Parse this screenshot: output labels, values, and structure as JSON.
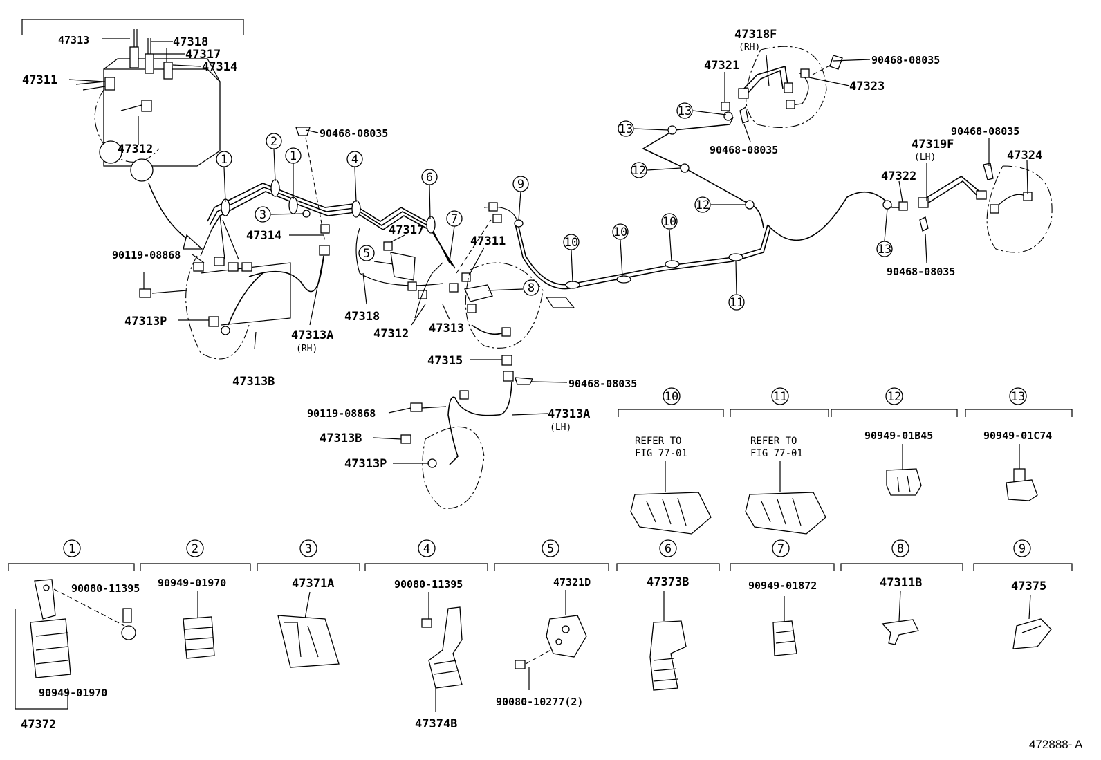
{
  "figure_id": "472888- A",
  "callouts": {
    "a01": "47313",
    "a02": "47318",
    "a03": "47317",
    "a04": "47314",
    "a05": "47311",
    "a06": "47312",
    "b01": "90468-08035",
    "b02": "47314",
    "b03": "47317",
    "b04": "47311",
    "b05": "90119-08868",
    "b06": "47313P",
    "b07": "47313A",
    "b08": "(RH)",
    "b09": "47313B",
    "b10": "47318",
    "b11": "47312",
    "b12": "47313",
    "b13": "47315",
    "b14": "90468-08035",
    "c01": "90119-08868",
    "c02": "47313A",
    "c03": "(LH)",
    "c04": "47313B",
    "c05": "47313P",
    "d01": "47318F",
    "d02": "(RH)",
    "d03": "47321",
    "d04": "90468-08035",
    "d05": "47323",
    "d06": "90468-08035",
    "e01": "90468-08035",
    "e02": "47319F",
    "e03": "(LH)",
    "e04": "47324",
    "e05": "47322",
    "e06": "90468-08035"
  },
  "ref_numbers": {
    "r1a": "1",
    "r2": "2",
    "r1b": "1",
    "r4": "4",
    "r3": "3",
    "r6": "6",
    "r5": "5",
    "r7": "7",
    "r8": "8",
    "r9": "9",
    "r10a": "10",
    "r10b": "10",
    "r10c": "10",
    "r11": "11",
    "r13a": "13",
    "r13b": "13",
    "r12a": "12",
    "r12b": "12",
    "r13c": "13"
  },
  "detail_panels": [
    {
      "ref": "10",
      "note1": "REFER TO",
      "note2": "FIG 77-01"
    },
    {
      "ref": "11",
      "note1": "REFER TO",
      "note2": "FIG 77-01"
    },
    {
      "ref": "12",
      "part": "90949-01B45"
    },
    {
      "ref": "13",
      "part": "90949-01C74"
    },
    {
      "ref": "1",
      "part": "90080-11395",
      "part2": "90949-01970",
      "assembly": "47372"
    },
    {
      "ref": "2",
      "part": "90949-01970"
    },
    {
      "ref": "3",
      "part": "47371A"
    },
    {
      "ref": "4",
      "part": "90080-11395",
      "assembly": "47374B"
    },
    {
      "ref": "5",
      "part": "47321D",
      "part2": "90080-10277(2)"
    },
    {
      "ref": "6",
      "part": "47373B"
    },
    {
      "ref": "7",
      "part": "90949-01872"
    },
    {
      "ref": "8",
      "part": "47311B"
    },
    {
      "ref": "9",
      "part": "47375"
    }
  ]
}
